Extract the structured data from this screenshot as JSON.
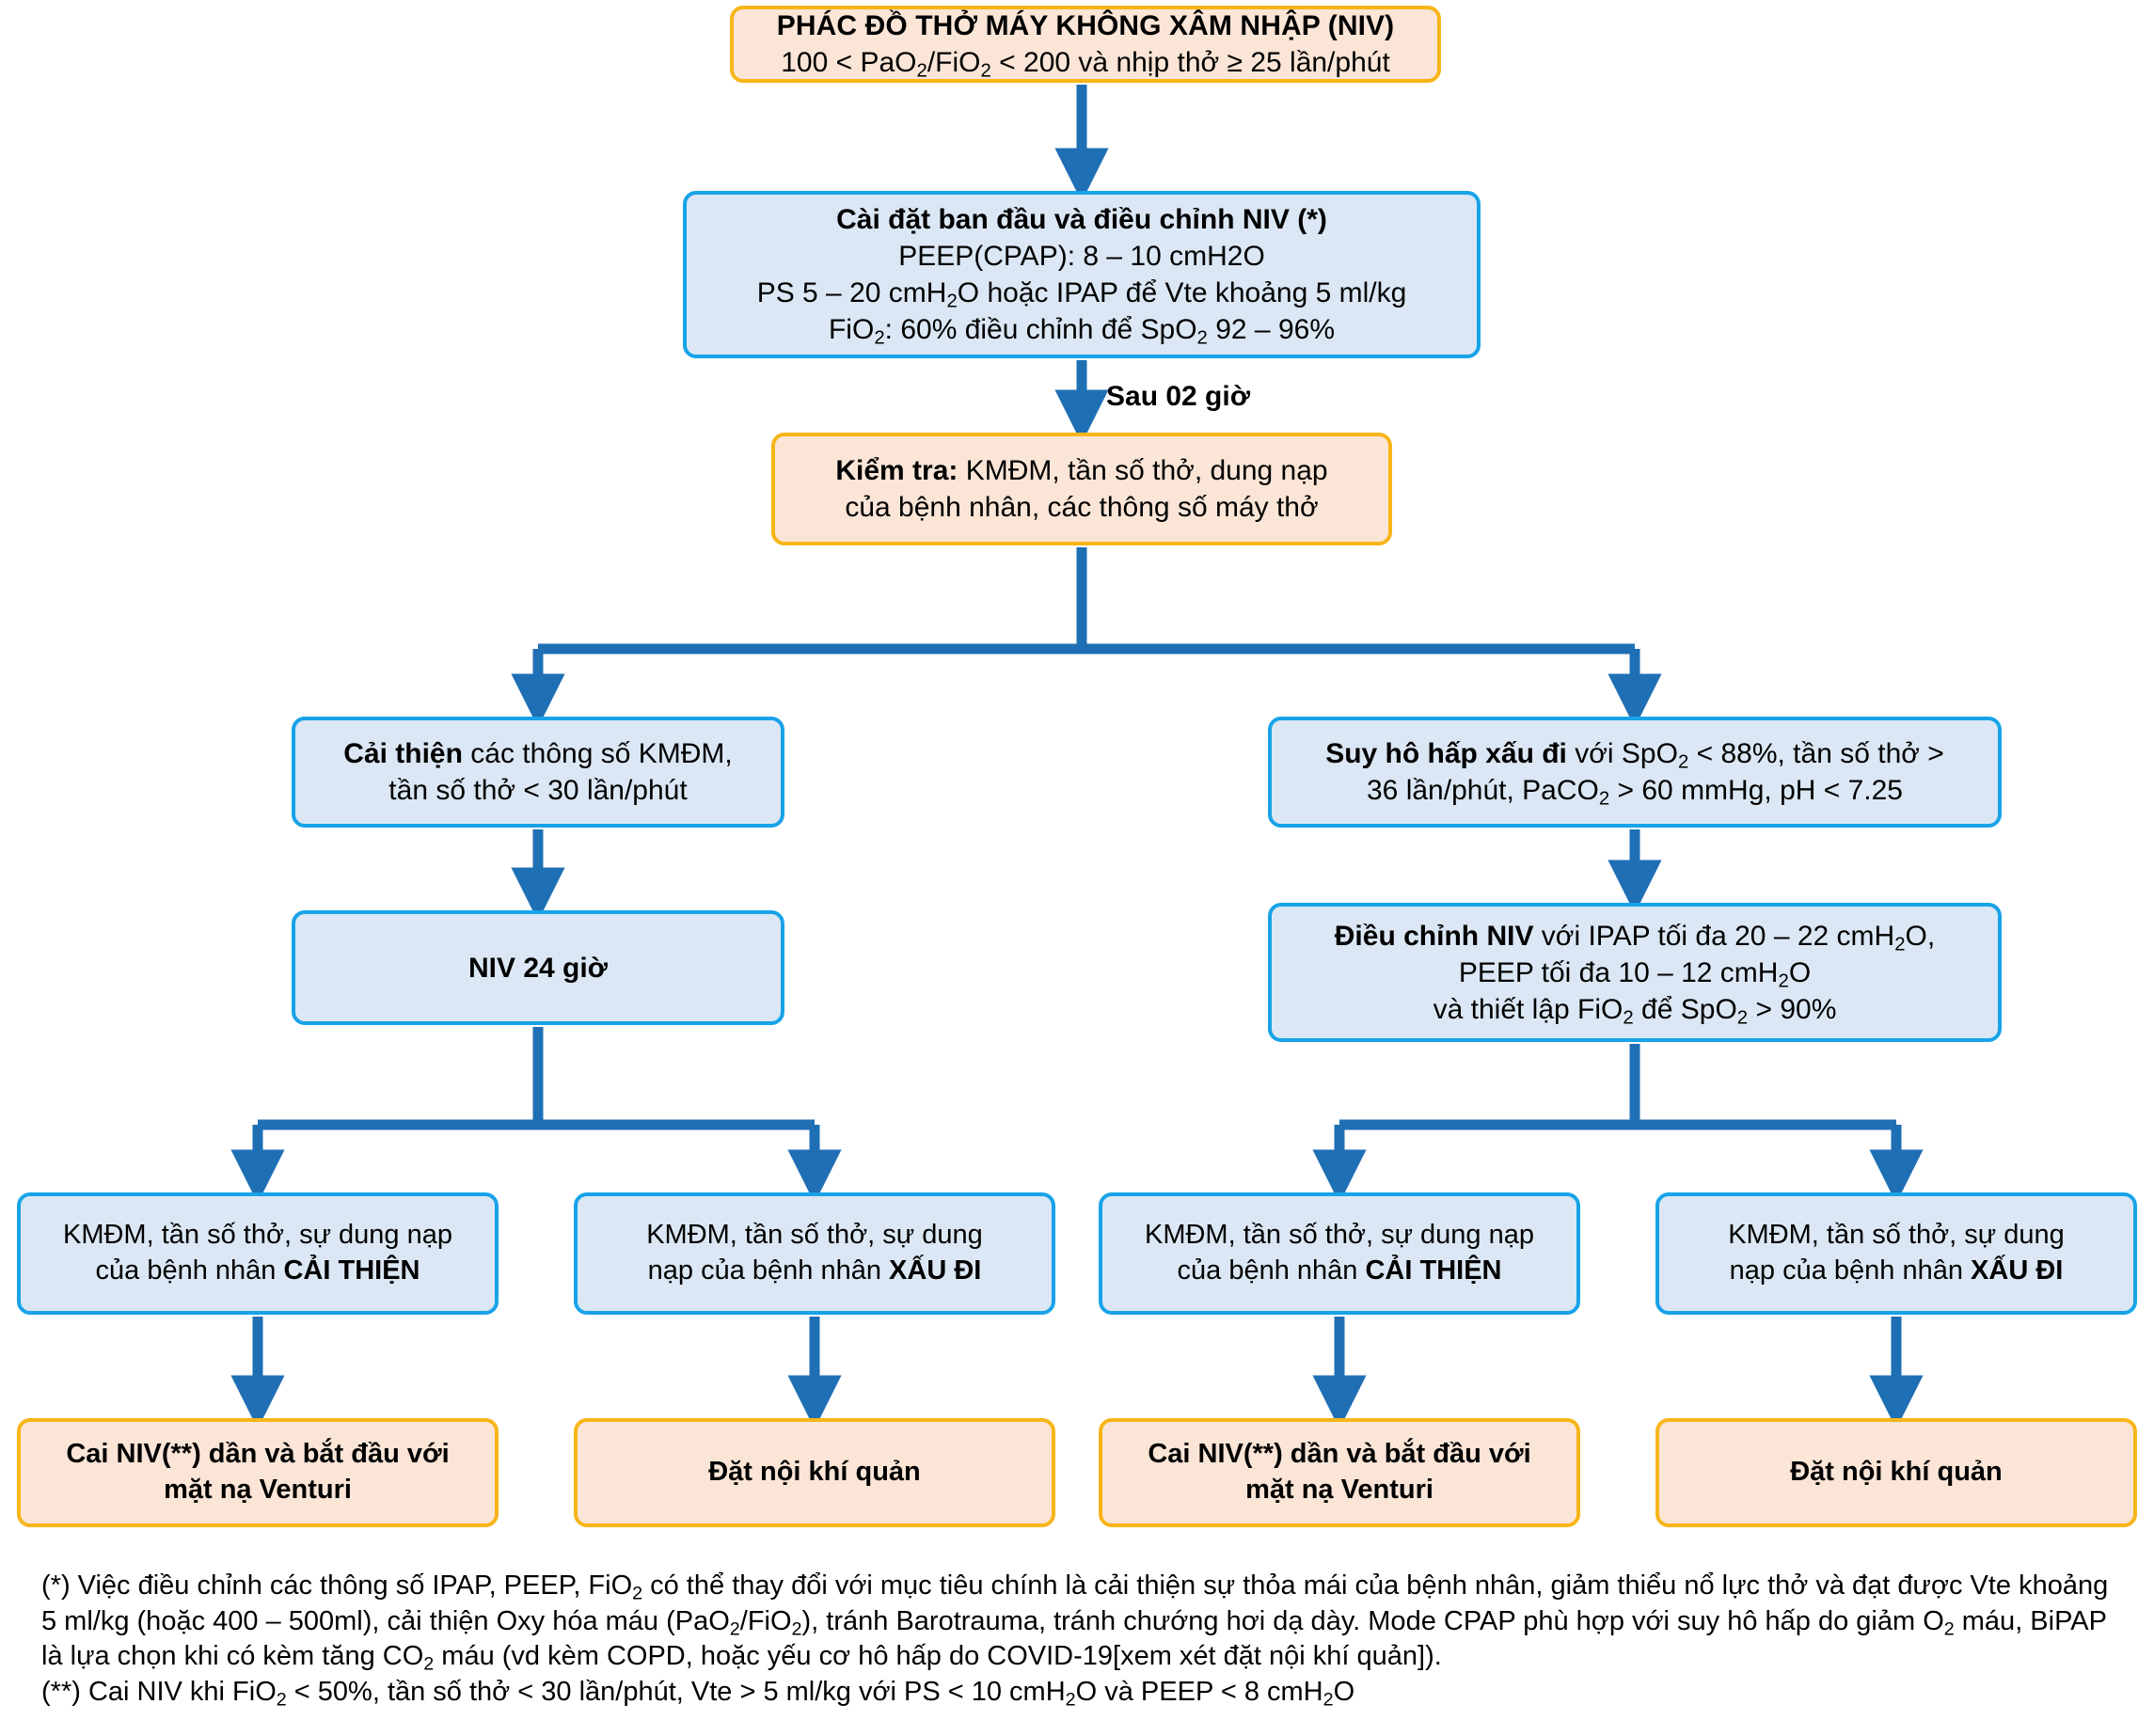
{
  "colors": {
    "blue_fill": "#dbe7f4",
    "blue_border": "#18a3e8",
    "orange_fill": "#fae5d6",
    "orange_border": "#f7b519",
    "connector": "#1f6fb5",
    "text": "#000000"
  },
  "diagram": {
    "title_node": {
      "heading": "PHÁC ĐỒ THỞ MÁY KHÔNG XÂM NHẬP (NIV)",
      "criteria_pre": "100 < PaO",
      "criteria_sub1": "2",
      "criteria_mid": "/FiO",
      "criteria_sub2": "2",
      "criteria_post": " < 200 và nhịp thở ≥ 25 lần/phút"
    },
    "init_node": {
      "line1": "Cài đặt ban đầu và điều chỉnh NIV (*)",
      "line2": "PEEP(CPAP): 8 – 10 cmH2O",
      "line3_a": "PS 5 – 20 cmH",
      "line3_sub": "2",
      "line3_b": "O hoặc IPAP để Vte khoảng 5 ml/kg",
      "line4_a": "FiO",
      "line4_sub1": "2",
      "line4_b": ": 60% điều chỉnh để SpO",
      "line4_sub2": "2",
      "line4_c": " 92 – 96%"
    },
    "edge_label_sau": "Sau 02 giờ",
    "check_node": {
      "bold": "Kiểm tra:",
      "line1_rest": " KMĐM, tần số thở, dung nạp",
      "line2": "của bệnh nhân, các thông số máy thở"
    },
    "improve_node": {
      "bold": "Cải thiện",
      "line1_rest": " các thông số KMĐM,",
      "line2": "tần số thở < 30 lần/phút"
    },
    "worse_node": {
      "bold": "Suy hô hấp xấu đi",
      "line1_a": " với SpO",
      "line1_sub": "2",
      "line1_b": " < 88%, tần số thở >",
      "line2_a": "36 lần/phút, PaCO",
      "line2_sub": "2",
      "line2_b": " > 60 mmHg, pH < 7.25"
    },
    "niv24_node": {
      "label": "NIV 24 giờ"
    },
    "adjust_node": {
      "bold": "Điều chỉnh NIV",
      "line1_a": " với IPAP tối đa 20 – 22 cmH",
      "line1_sub": "2",
      "line1_b": "O,",
      "line2_a": "PEEP tối đa 10 – 12 cmH",
      "line2_sub": "2",
      "line2_b": "O",
      "line3_a": "và thiết lập FiO",
      "line3_sub1": "2",
      "line3_b": " để SpO",
      "line3_sub2": "2",
      "line3_c": " > 90%"
    },
    "outcome_nodes": [
      {
        "id": "left-improve",
        "line1": "KMĐM, tần số thở, sự dung nạp",
        "line2_rest": "của bệnh nhân ",
        "line2_bold": "CẢI THIỆN"
      },
      {
        "id": "left-worse",
        "line1": "KMĐM, tần số thở, sự dung",
        "line2_rest": "nạp của bệnh nhân ",
        "line2_bold": "XẤU ĐI"
      },
      {
        "id": "right-improve",
        "line1": "KMĐM, tần số thở, sự dung nạp",
        "line2_rest": "của bệnh nhân ",
        "line2_bold": "CẢI THIỆN"
      },
      {
        "id": "right-worse",
        "line1": "KMĐM, tần số thở, sự dung",
        "line2_rest": "nạp của bệnh nhân ",
        "line2_bold": "XẤU ĐI"
      }
    ],
    "action_nodes": [
      {
        "id": "wean-left",
        "line1": "Cai NIV(**) dần và bắt đầu với",
        "line2": "mặt nạ Venturi"
      },
      {
        "id": "intubate-left",
        "line1": "Đặt nội khí quản",
        "line2": ""
      },
      {
        "id": "wean-right",
        "line1": "Cai NIV(**) dần và bắt đầu với",
        "line2": "mặt nạ Venturi"
      },
      {
        "id": "intubate-right",
        "line1": "Đặt nội khí quản",
        "line2": ""
      }
    ]
  },
  "footnotes": {
    "fn1_p1": "(*) Việc điều chỉnh các thông số IPAP, PEEP, FiO",
    "fn1_sub1": "2",
    "fn1_p2": " có thể thay đổi với mục tiêu chính là cải thiện sự thỏa mái của bệnh nhân, giảm thiểu nổ lực thở và đạt được Vte khoảng 5 ml/kg (hoặc 400 – 500ml), cải thiện Oxy hóa máu (PaO",
    "fn1_sub2": "2",
    "fn1_p3": "/FiO",
    "fn1_sub3": "2",
    "fn1_p4": "), tránh Barotrauma, tránh chướng hơi dạ dày. Mode CPAP phù hợp với suy hô hấp do giảm O",
    "fn1_sub4": "2",
    "fn1_p5": " máu, BiPAP là lựa chọn khi có kèm tăng CO",
    "fn1_sub5": "2",
    "fn1_p6": " máu (vd kèm COPD, hoặc yếu cơ hô hấp do COVID-19[xem xét đặt nội khí quản]).",
    "fn2_p1": "(**) Cai NIV khi FiO",
    "fn2_sub1": "2",
    "fn2_p2": " < 50%, tần số thở < 30 lần/phút, Vte > 5 ml/kg với PS < 10 cmH",
    "fn2_sub2": "2",
    "fn2_p3": "O và PEEP < 8 cmH",
    "fn2_sub3": "2",
    "fn2_p4": "O"
  }
}
